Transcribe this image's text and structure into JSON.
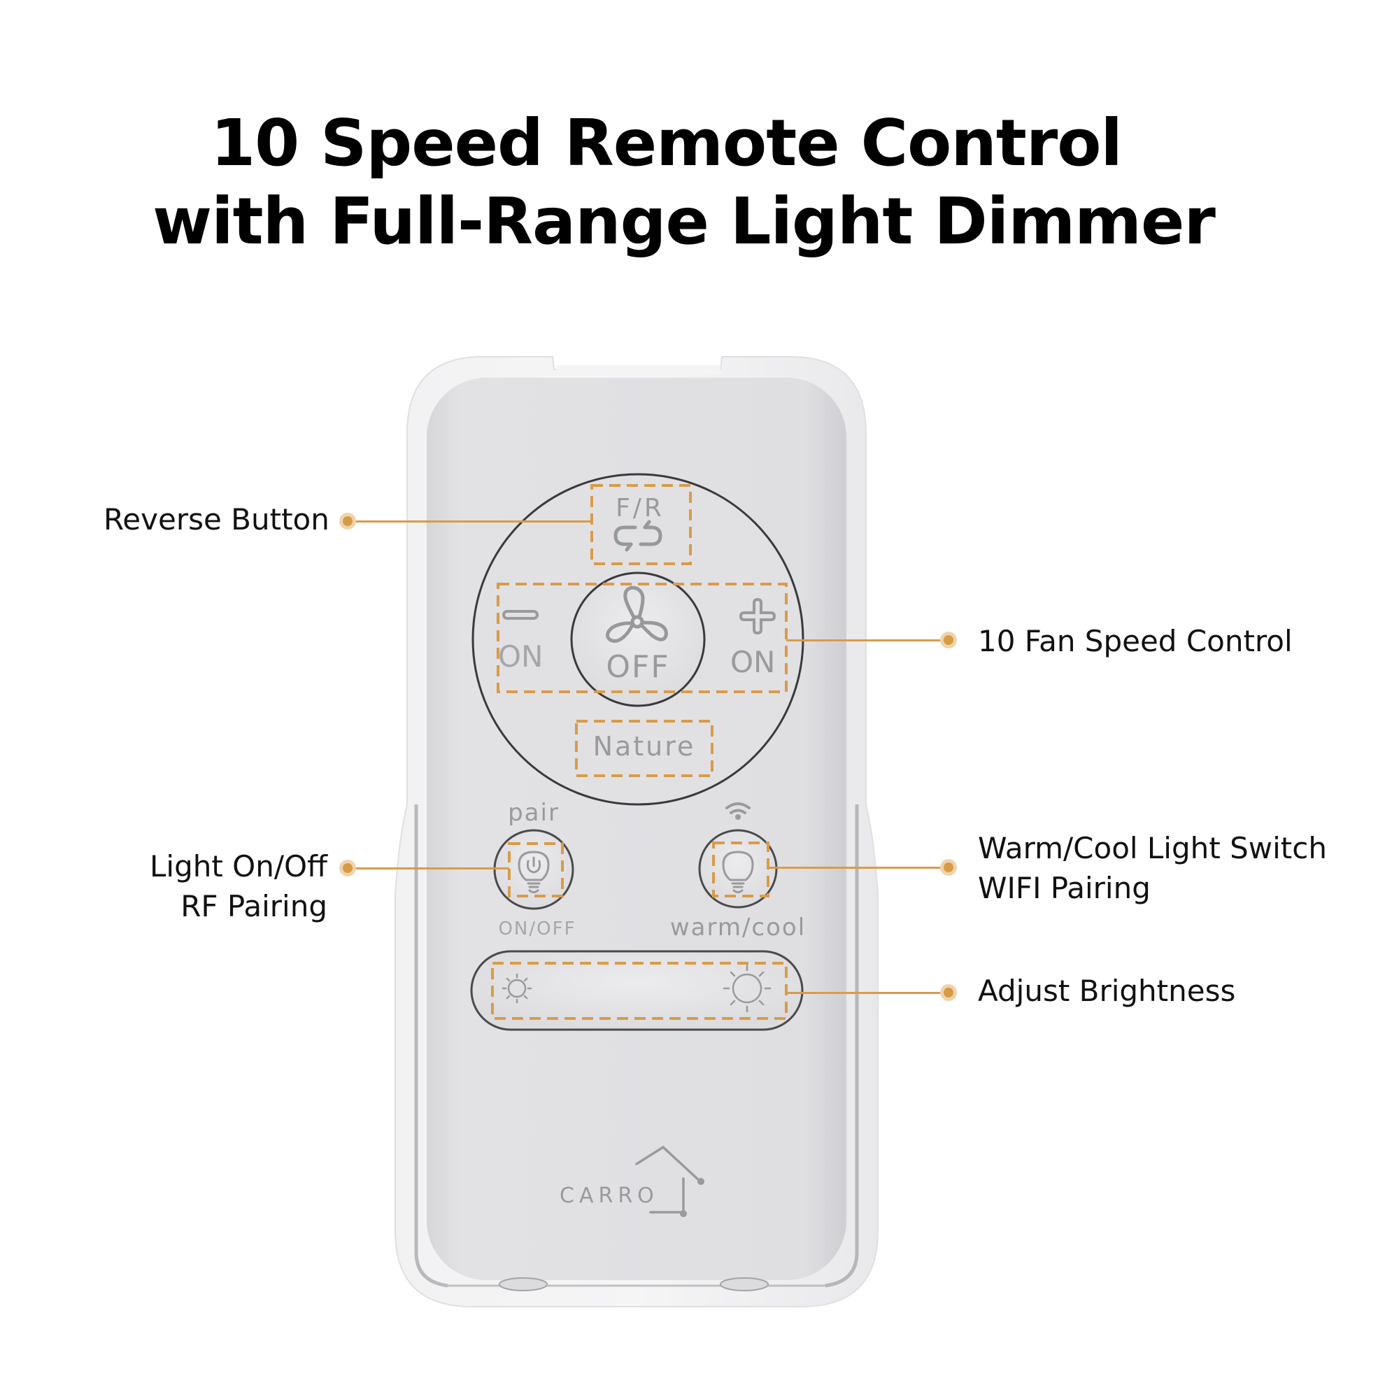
{
  "headline": {
    "line1": "10 Speed Remote Control",
    "line2": "with Full-Range Light Dimmer"
  },
  "callouts": {
    "reverse": {
      "label": "Reverse Button"
    },
    "fan_speed": {
      "label": "10 Fan Speed Control"
    },
    "light_onoff": {
      "line1": "Light On/Off",
      "line2": "RF Pairing"
    },
    "warm_cool": {
      "line1": "Warm/Cool Light Switch",
      "line2": "WIFI Pairing"
    },
    "brightness": {
      "label": "Adjust Brightness"
    }
  },
  "remote": {
    "brand": "CARRO",
    "buttons": {
      "reverse": {
        "text": "F/R",
        "icon": "reverse-arrows-icon"
      },
      "speed_down": {
        "text": "ON",
        "icon": "minus-icon"
      },
      "fan_off": {
        "text": "OFF",
        "icon": "fan-icon"
      },
      "speed_up": {
        "text": "ON",
        "icon": "plus-icon"
      },
      "nature": {
        "text": "Nature"
      },
      "light_power": {
        "top_label": "pair",
        "bottom_label": "ON/OFF",
        "icon": "bulb-power-icon"
      },
      "warm_cool": {
        "top_icon": "wifi-icon",
        "bottom_label": "warm/cool",
        "icon": "bulb-icon"
      },
      "brightness": {
        "left_icon": "sun-small-icon",
        "right_icon": "sun-large-icon"
      }
    }
  },
  "colors": {
    "accent": "#D99B48",
    "accent_light": "#EFD3AD",
    "remote_body": "#E4E4E7",
    "remote_face": "#DCDCDF",
    "print_gray": "#9A9A9C",
    "text": "#111111"
  }
}
